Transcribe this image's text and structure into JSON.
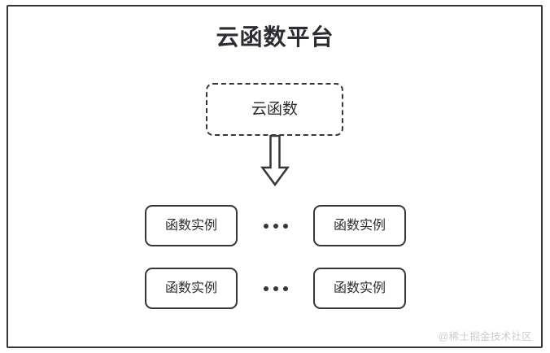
{
  "diagram": {
    "title": "云函数平台",
    "frame": {
      "name": "platform-boundary",
      "border_color": "#34363a",
      "background": "#ffffff"
    },
    "function_node": {
      "label": "云函数",
      "border_style": "dashed",
      "border_color": "#34363a"
    },
    "connector": {
      "type": "block-arrow",
      "direction": "down",
      "style": "hollow-outline",
      "color": "#34363a"
    },
    "instance_rows": [
      {
        "row_index": 1,
        "left_instance": "函数实例",
        "ellipsis": "···",
        "right_instance": "函数实例"
      },
      {
        "row_index": 2,
        "left_instance": "函数实例",
        "ellipsis": "···",
        "right_instance": "函数实例"
      }
    ],
    "watermark": "@稀土掘金技术社区",
    "colors": {
      "stroke": "#34363a",
      "text": "#2b2d31",
      "watermark": "#c9cbcf",
      "background": "#ffffff"
    }
  }
}
